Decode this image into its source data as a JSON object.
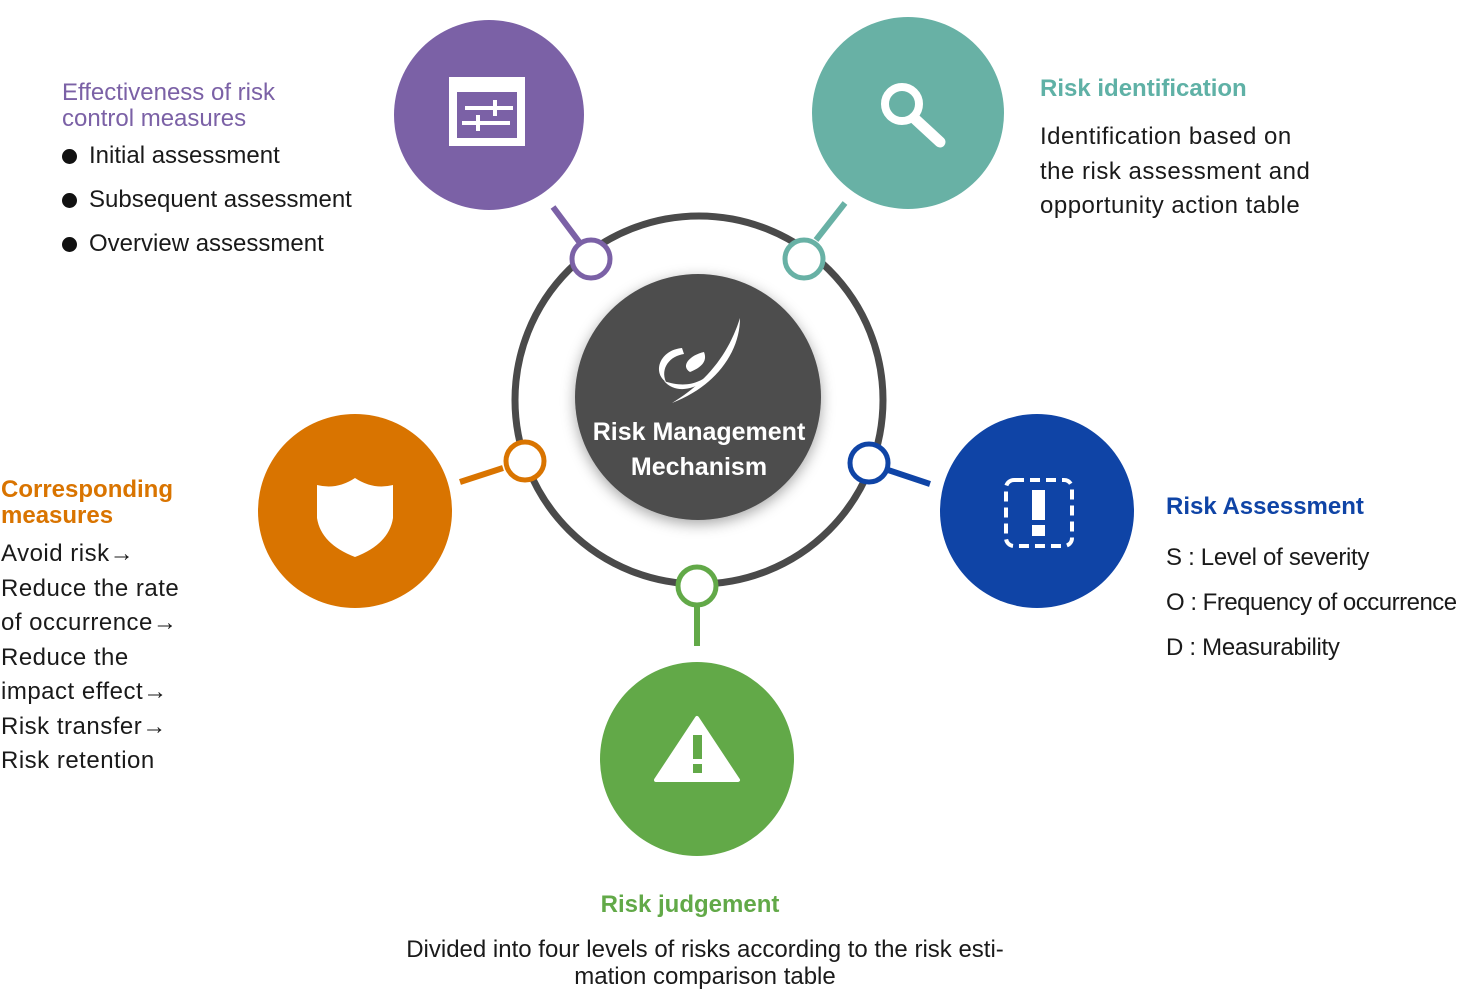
{
  "center": {
    "line1": "Risk Management",
    "line2": "Mechanism",
    "logo": "company-logo"
  },
  "effectiveness": {
    "title_line1": "Effectiveness of risk",
    "title_line2": "control measures",
    "items": [
      "Initial assessment",
      "Subsequent assessment",
      "Overview assessment"
    ],
    "icon": "sliders-panel-icon"
  },
  "identification": {
    "title": "Risk identification",
    "lines": [
      "Identification based on",
      "the risk assessment and",
      "opportunity action table"
    ],
    "icon": "magnifier-icon"
  },
  "assessment": {
    "title": "Risk Assessment",
    "lines": [
      "S : Level of severity",
      "O : Frequency of occurrence",
      "D : Measurability"
    ],
    "icon": "exclamation-box-icon"
  },
  "judgement": {
    "title": "Risk judgement",
    "lines": [
      "Divided into four levels of risks according to the risk esti-",
      "mation comparison table"
    ],
    "icon": "warning-triangle-icon"
  },
  "measures": {
    "title_line1": "Corresponding",
    "title_line2": "measures",
    "lines": [
      "Avoid risk→",
      "Reduce the rate",
      "of occurrence→",
      "Reduce the",
      "impact effect→",
      "Risk transfer→",
      "Risk retention"
    ],
    "icon": "shield-icon"
  },
  "colors": {
    "purple": "#7b61a6",
    "teal": "#68b1a5",
    "blue": "#0f44a6",
    "green": "#62a948",
    "orange": "#d97400",
    "center": "#4d4d4d",
    "ring": "#4a4a4a"
  }
}
